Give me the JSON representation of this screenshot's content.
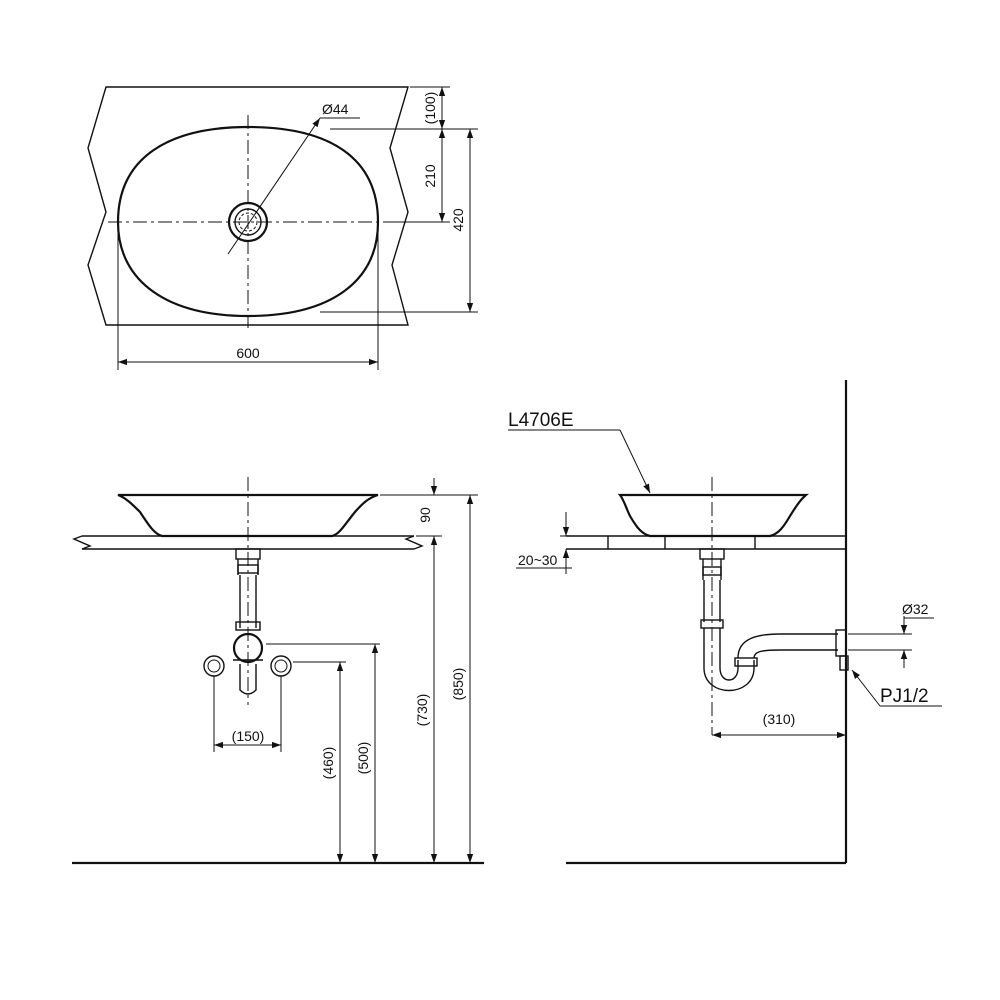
{
  "top_view": {
    "drain_diameter": "Ø44",
    "wall_offset": "(100)",
    "drain_depth": "210",
    "depth": "420",
    "width": "600"
  },
  "front_view": {
    "basin_height": "90",
    "drain_spacing": "(150)",
    "supply_height": "(460)",
    "drain_height": "(500)",
    "counter_height": "(730)",
    "rim_height": "(850)"
  },
  "side_view": {
    "model": "L4706E",
    "counter_thickness": "20~30",
    "pipe_diameter": "Ø32",
    "trap_projection": "(310)",
    "thread": "PJ1/2"
  }
}
